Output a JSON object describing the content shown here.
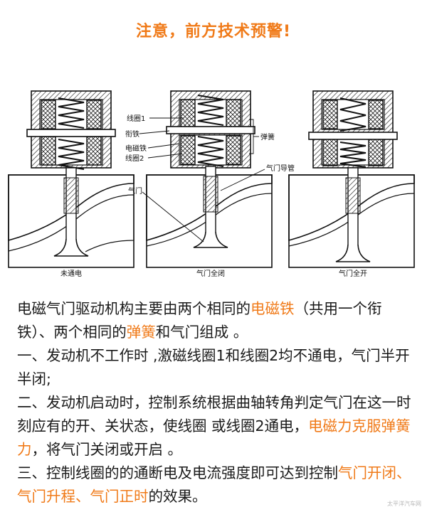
{
  "headline": "注意，前方技术预警!",
  "figure": {
    "captions": [
      "未通电",
      "气门全闭",
      "气门全开"
    ],
    "labels": {
      "coil1": "线圈1",
      "armature": "衔铁",
      "electromagnet": "电磁铁",
      "coil2": "线圈2",
      "spring": "弹簧",
      "valve_guide": "气门导管",
      "valve": "气门"
    },
    "colors": {
      "ink": "#1a1a1a",
      "hatch": "#333333",
      "fill": "#f2f2f2"
    }
  },
  "paragraph": {
    "p1": {
      "a": "电磁气门驱动机构主要由两个相同的",
      "h1": "电磁铁",
      "b": "（共用一个衔铁）、两个相同的",
      "h2": "弹簧",
      "c": "和气门组成 。"
    },
    "p2": {
      "a": "一、发动机不工作时 ,激磁线圈1和线圈2均不通电，气门半开半闭;"
    },
    "p3": {
      "a": "二、发动机启动时，控制系统根据曲轴转角判定气门在这一时刻应有的开、关状态，使线圈 或线圈2通电，",
      "h1": "电磁力克服弹簧力",
      "b": "，将气门关闭或开启 。"
    },
    "p4": {
      "a": "三、控制线圈的的通断电及电流强度即可达到控制",
      "h1": "气门开闭、气门升程、气门正时",
      "b": "的效果。"
    }
  },
  "watermark": "太平洋汽车网"
}
